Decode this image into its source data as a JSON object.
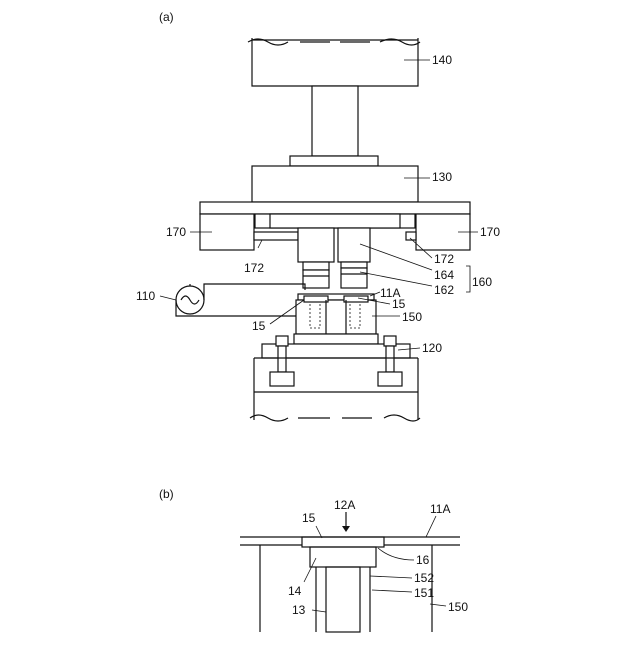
{
  "panel_a": {
    "caption": "(a)",
    "labels": {
      "l140": "140",
      "l130": "130",
      "l170_left": "170",
      "l170_right": "170",
      "l172_left": "172",
      "l172_right": "172",
      "l164": "164",
      "l162": "162",
      "l160": "160",
      "l110": "110",
      "l11A": "11A",
      "l15_right": "15",
      "l15_left": "15",
      "l150": "150",
      "l120": "120"
    }
  },
  "panel_b": {
    "caption": "(b)",
    "labels": {
      "l15": "15",
      "l12A": "12A",
      "l11A": "11A",
      "l16": "16",
      "l14": "14",
      "l152": "152",
      "l151": "151",
      "l13": "13",
      "l150": "150"
    }
  }
}
